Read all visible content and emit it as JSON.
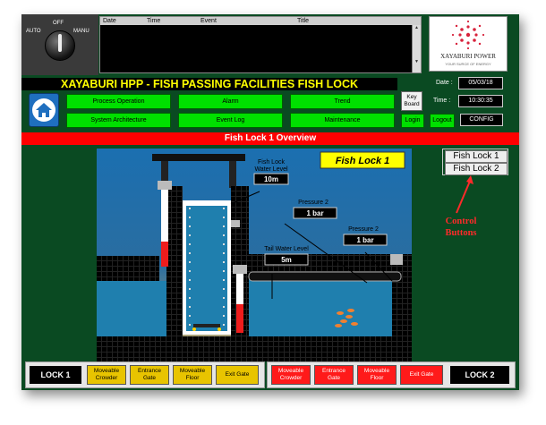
{
  "mode_selector": {
    "auto": "AUTO",
    "off": "OFF",
    "manu": "MANU"
  },
  "event_log": {
    "columns": [
      "Date",
      "Time",
      "Event",
      "Title"
    ]
  },
  "logo": {
    "name": "XAYABURI POWER",
    "tagline": "YOUR SURCE OF ENERGY"
  },
  "header": {
    "title": "XAYABURI HPP - FISH PASSING FACILITIES FISH LOCK"
  },
  "nav": {
    "row1": [
      "Process Operation",
      "Alarm",
      "Trend"
    ],
    "row2": [
      "System Architecture",
      "Event Log",
      "Maintenance"
    ]
  },
  "keyboard_button": {
    "line1": "Key",
    "line2": "Board"
  },
  "login_button": "Login",
  "logout_button": "Logout",
  "config_button": "CONFIG",
  "date": {
    "label": "Date :",
    "value": "05/03/18"
  },
  "time": {
    "label": "Time :",
    "value": "10:30:35"
  },
  "page_title": "Fish Lock 1 Overview",
  "scene": {
    "name_box": "Fish Lock 1",
    "fish_lock_level_label1": "Fish Lock",
    "fish_lock_level_label2": "Water Level",
    "fish_lock_level_value": "10m",
    "pressure2_a_label": "Pressure 2",
    "pressure2_a_value": "1 bar",
    "pressure2_b_label": "Pressure 2",
    "pressure2_b_value": "1 bar",
    "tail_water_label": "Tail Water Level",
    "tail_water_value": "5m"
  },
  "lock_selector": {
    "lock1": "Fish Lock 1",
    "lock2": "Fish Lock 2"
  },
  "annotation": {
    "line1": "Control",
    "line2": "Buttons"
  },
  "lock1": {
    "name": "LOCK 1",
    "buttons": [
      [
        "Moveable",
        "Crowder"
      ],
      [
        "Entrance",
        "Gate"
      ],
      [
        "Moveable",
        "Floor"
      ],
      [
        "Exit Gate"
      ]
    ]
  },
  "lock2": {
    "name": "LOCK 2",
    "buttons": [
      [
        "Moveable",
        "Crowder"
      ],
      [
        "Entrance",
        "Gate"
      ],
      [
        "Moveable",
        "Floor"
      ],
      [
        "Exit Gate"
      ]
    ]
  },
  "colors": {
    "background": "#0a4a22",
    "nav_green": "#00e000",
    "title_red": "#ff0000",
    "header_yellow": "#ffff00",
    "lock1_yellow": "#e8c400",
    "lock2_red": "#ff1a1a",
    "water_blue": "#1f7fae"
  },
  "icons": [
    "home-icon",
    "scroll-up-icon",
    "scroll-down-icon",
    "mode-knob-icon",
    "fish-icon"
  ]
}
